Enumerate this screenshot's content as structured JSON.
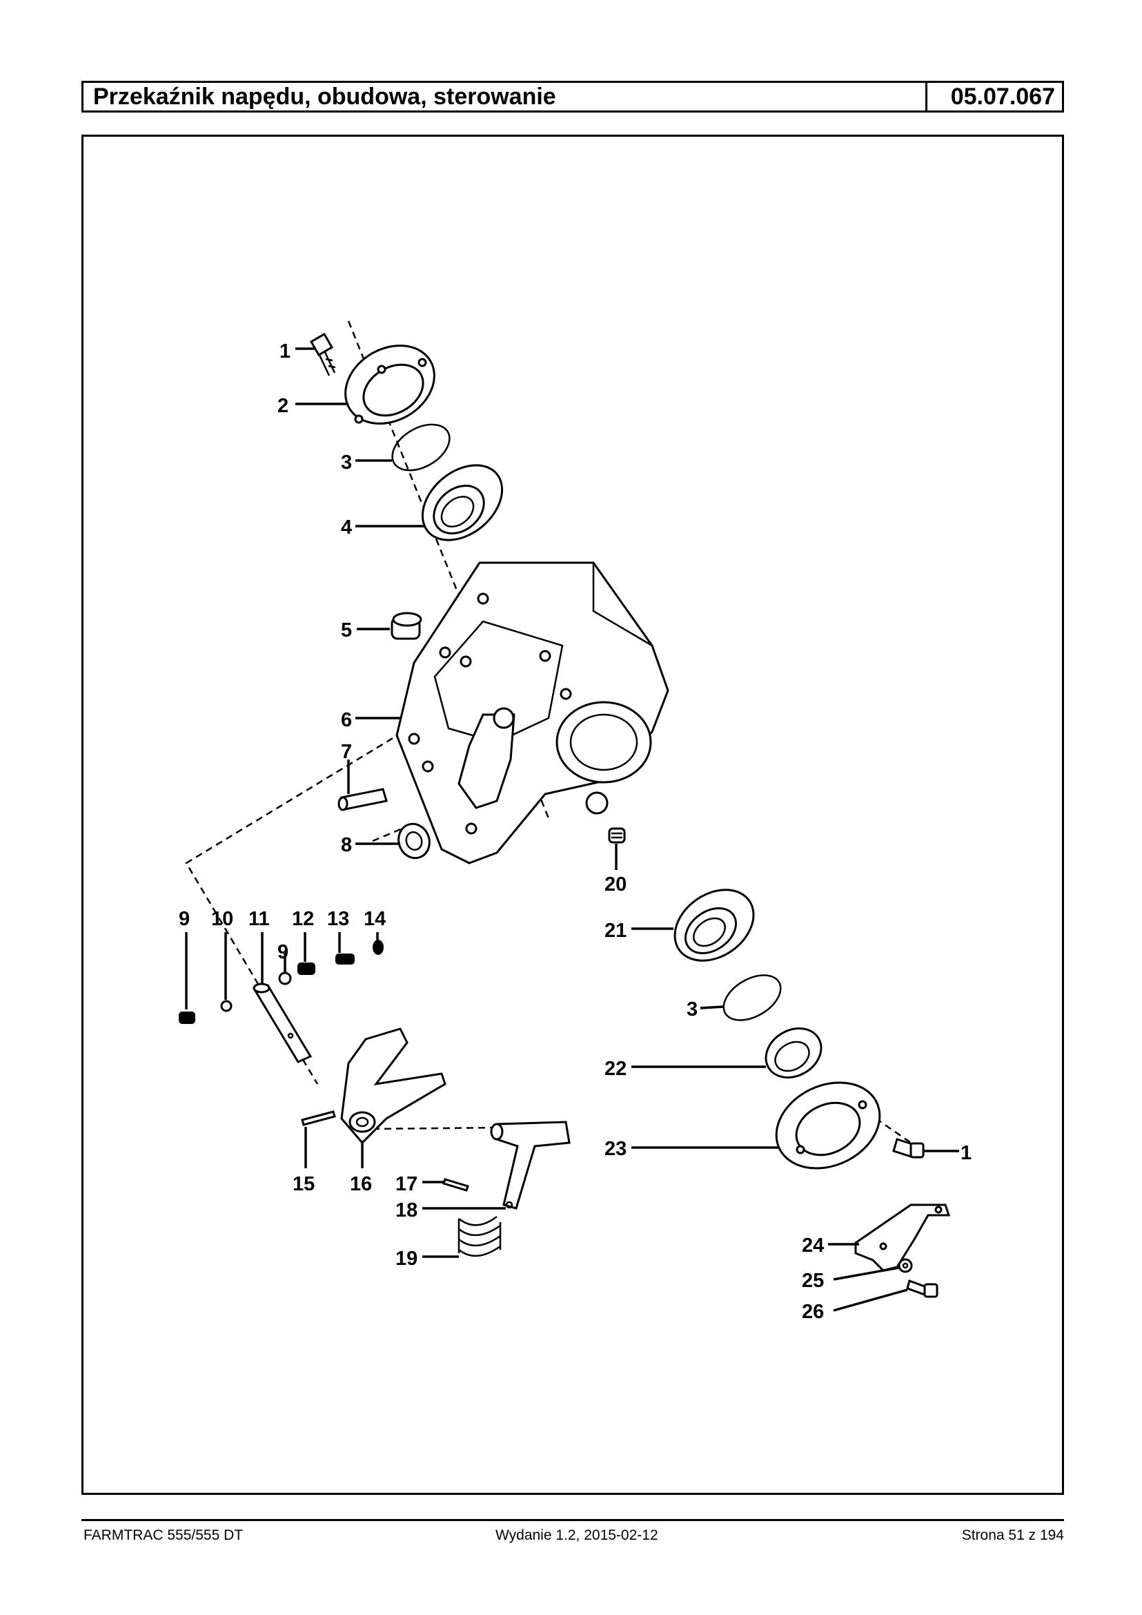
{
  "header": {
    "title": "Przekaźnik napędu, obudowa, sterowanie",
    "code": "05.07.067"
  },
  "diagram": {
    "labels": [
      "1",
      "2",
      "3",
      "4",
      "5",
      "6",
      "7",
      "8",
      "9",
      "10",
      "11",
      "9",
      "12",
      "13",
      "14",
      "15",
      "16",
      "17",
      "18",
      "19",
      "20",
      "21",
      "3",
      "22",
      "23",
      "1",
      "24",
      "25",
      "26"
    ]
  },
  "footer": {
    "model": "FARMTRAC 555/555 DT",
    "edition": "Wydanie 1.2,  2015-02-12",
    "page": "Strona 51 z 194"
  }
}
